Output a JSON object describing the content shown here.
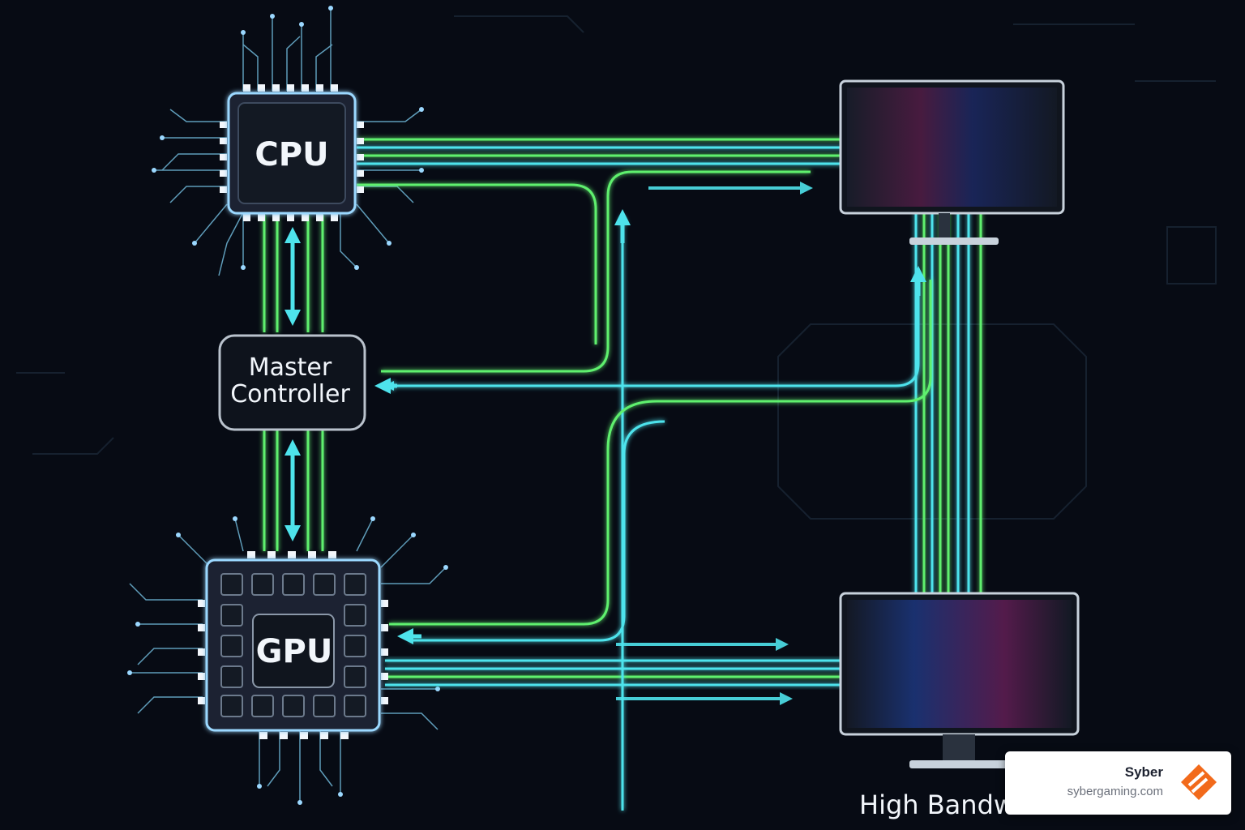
{
  "diagram": {
    "nodes": {
      "cpu": {
        "label": "CPU"
      },
      "gpu": {
        "label": "GPU"
      },
      "controller": {
        "line1": "Master",
        "line2": "Controller"
      }
    },
    "caption": "High Bandw",
    "colors": {
      "green": "#5ff06e",
      "cyan": "#4ee3ec",
      "background": "#070b14",
      "chip_border": "#9bd8ff"
    }
  },
  "badge": {
    "brand": "Syber",
    "url": "sybergaming.com",
    "logo_icon": "orange-diamond-logo",
    "logo_color": "#f26a1b"
  }
}
